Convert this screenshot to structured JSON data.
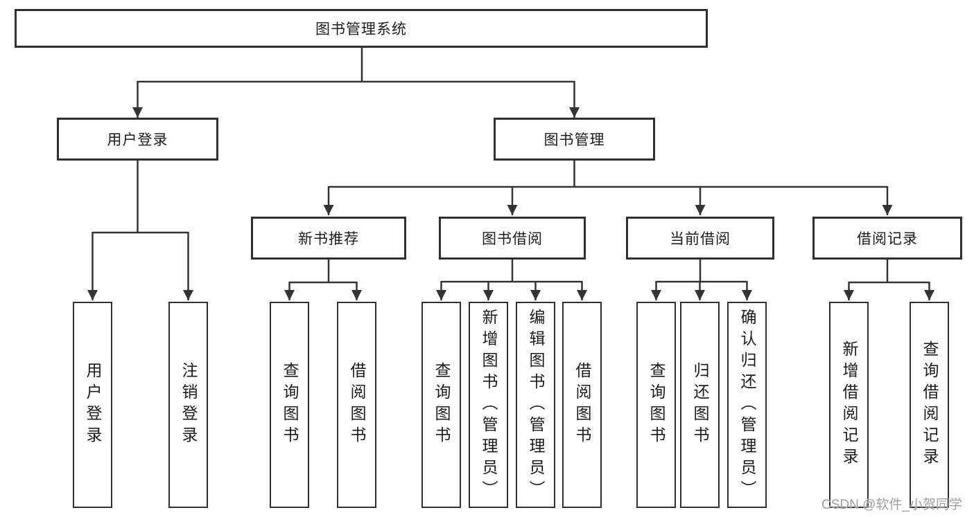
{
  "tree": {
    "label": "图书管理系统",
    "children": [
      {
        "label": "用户登录",
        "children": [
          {
            "label": "用户登录"
          },
          {
            "label": "注销登录"
          }
        ]
      },
      {
        "label": "图书管理",
        "children": [
          {
            "label": "新书推荐",
            "children": [
              {
                "label": "查询图书"
              },
              {
                "label": "借阅图书"
              }
            ]
          },
          {
            "label": "图书借阅",
            "children": [
              {
                "label": "查询图书"
              },
              {
                "label": "新增图书（管理员）"
              },
              {
                "label": "编辑图书（管理员）"
              },
              {
                "label": "借阅图书"
              }
            ]
          },
          {
            "label": "当前借阅",
            "children": [
              {
                "label": "查询图书"
              },
              {
                "label": "归还图书"
              },
              {
                "label": "确认归还（管理员）"
              }
            ]
          },
          {
            "label": "借阅记录",
            "children": [
              {
                "label": "新增借阅记录"
              },
              {
                "label": "查询借阅记录"
              }
            ]
          }
        ]
      }
    ]
  },
  "watermark": {
    "text": "CSDN @软件_小贺同学"
  },
  "colors": {
    "line": "#333333",
    "box_border": "#2f2f2f",
    "text": "#1c1c1c",
    "background": "#ffffff",
    "watermark": "#9e9e9e"
  }
}
